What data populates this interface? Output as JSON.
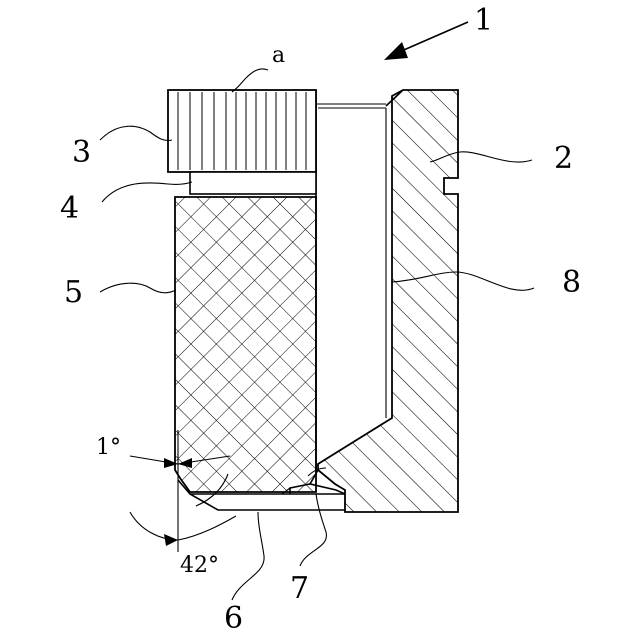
{
  "labels": {
    "part1": "1",
    "part2": "2",
    "part3": "3",
    "part4": "4",
    "part5": "5",
    "part6": "6",
    "part7": "7",
    "part8": "8",
    "a": "a",
    "angle1": "1°",
    "angle42": "42°"
  }
}
